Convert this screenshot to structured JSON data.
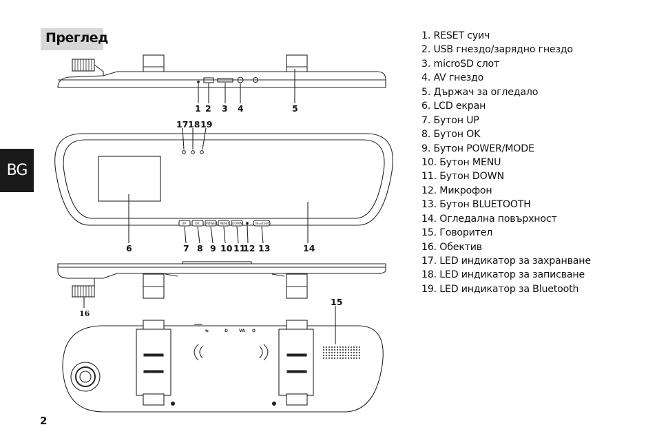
{
  "page": {
    "title": "Преглед",
    "language_tab": "BG",
    "page_number": "2"
  },
  "legend": [
    "1. RESET суич",
    "2. USB гнездо/зарядно гнездо",
    "3. microSD слот",
    "4. AV гнездо",
    "5. Държач за огледало",
    "6. LCD екран",
    "7. Бутон UP",
    "8. Бутон OK",
    "9. Бутон POWER/MODE",
    "10. Бутон MENU",
    "11. Бутон DOWN",
    "12. Микрофон",
    "13. Бутон BLUETOOTH",
    "14. Огледална повърхност",
    "15. Говорител",
    "16. Обектив",
    "17. LED индикатор за захранване",
    "18. LED индикатор за записване",
    "19. LED индикатор за Bluetooth"
  ],
  "callouts": {
    "c1": "1",
    "c2": "2",
    "c3": "3",
    "c4": "4",
    "c5": "5",
    "c6": "6",
    "c7": "7",
    "c8": "8",
    "c9": "9",
    "c10": "10",
    "c11": "11",
    "c12": "12",
    "c13": "13",
    "c14": "14",
    "c15": "15",
    "c16": "16",
    "c17": "17",
    "c18": "18",
    "c19": "19"
  },
  "button_labels": {
    "up": "UP",
    "ok": "OK",
    "power": "POWER",
    "menu": "MENU",
    "down": "DOWN",
    "bluetooth": "Bluetooth"
  },
  "port_labels": {
    "usb": "⇆",
    "sd": "D",
    "av": "VA",
    "mic": "O"
  }
}
